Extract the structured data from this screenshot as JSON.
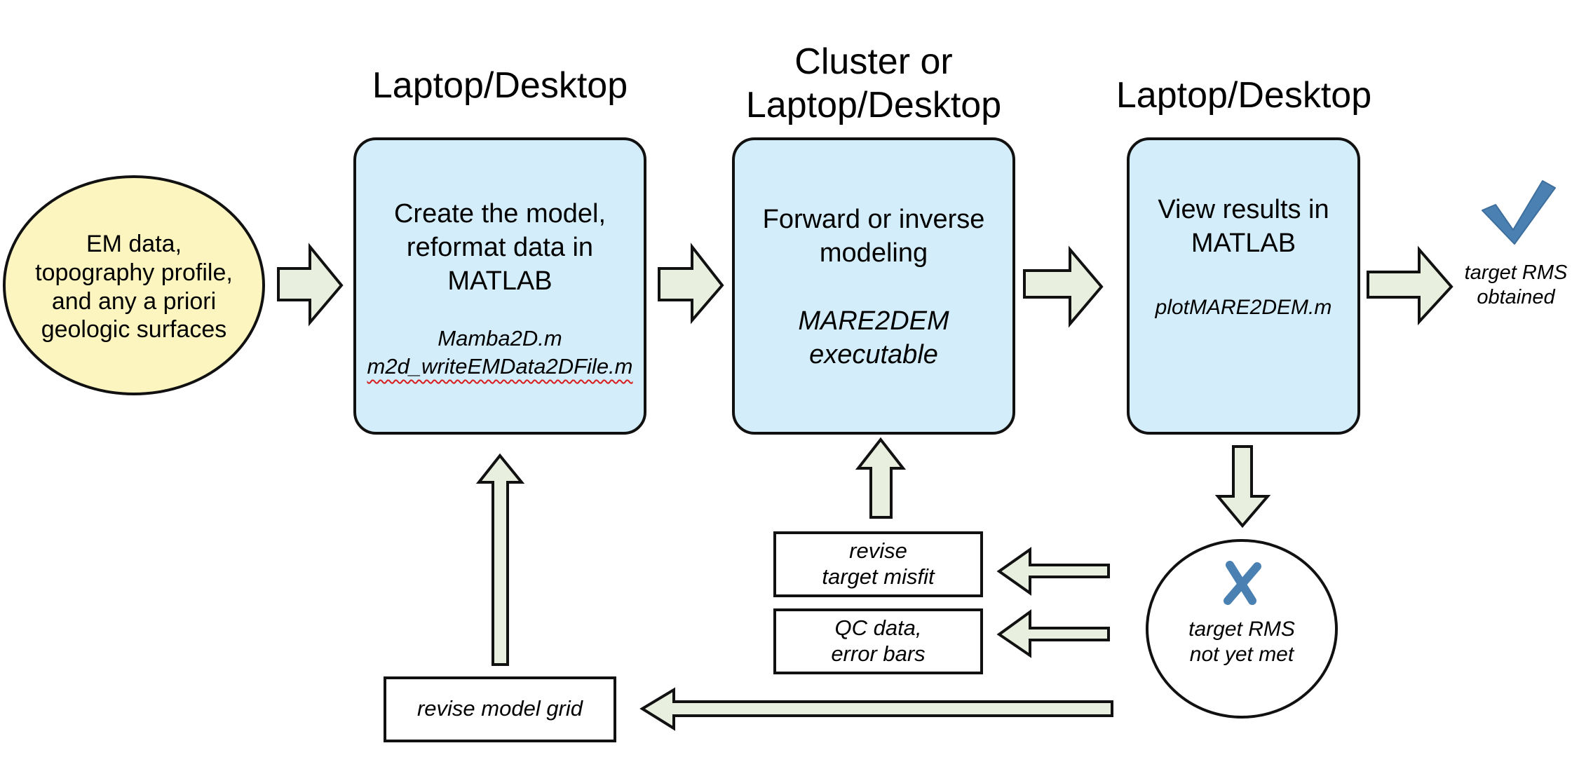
{
  "headings": {
    "col1": "Laptop/Desktop",
    "col2_line1": "Cluster or",
    "col2_line2": "Laptop/Desktop",
    "col3": "Laptop/Desktop"
  },
  "input_ellipse": {
    "lines": [
      "EM data,",
      "topography profile,",
      "and any a priori",
      "geologic surfaces"
    ]
  },
  "step1": {
    "lines": [
      "Create the model,",
      "reformat data in",
      "MATLAB"
    ],
    "file1": "Mamba2D.m",
    "file2": "m2d_writeEMData2DFile.m"
  },
  "step2": {
    "lines": [
      "Forward or inverse",
      "modeling"
    ],
    "exe_line1": "MARE2DEM",
    "exe_line2": "executable"
  },
  "step3": {
    "lines": [
      "View results in",
      "MATLAB"
    ],
    "file": "plotMARE2DEM.m"
  },
  "success": {
    "lines": [
      "target RMS",
      "obtained"
    ],
    "icon": "checkmark-icon"
  },
  "failure": {
    "lines": [
      "target RMS",
      "not yet met"
    ],
    "icon": "x-mark-icon"
  },
  "revise_misfit": {
    "lines": [
      "revise",
      "target misfit"
    ]
  },
  "qc_data": {
    "lines": [
      "QC data,",
      "error bars"
    ]
  },
  "revise_grid": {
    "label": "revise model grid"
  },
  "colors": {
    "step_fill": "#d3edfa",
    "ellipse_fill": "#fdf5c0",
    "arrow_fill": "#e8efdf",
    "icon_blue": "#4a80b2",
    "stroke": "#111111"
  }
}
